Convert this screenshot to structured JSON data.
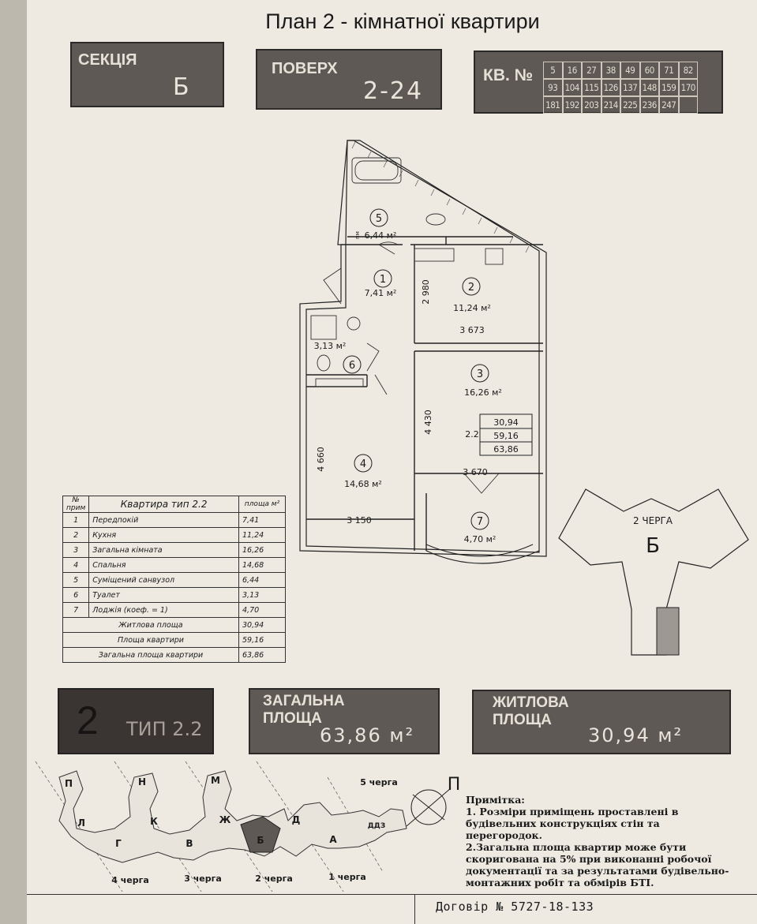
{
  "title": "План 2 - кімнатної квартири",
  "section": {
    "label": "СЕКЦІЯ",
    "value": "Б"
  },
  "floor": {
    "label": "ПОВЕРХ",
    "value": "2-24"
  },
  "apartments": {
    "label": "КВ. №",
    "numbers": [
      "5",
      "16",
      "27",
      "38",
      "49",
      "60",
      "71",
      "82",
      "93",
      "104",
      "115",
      "126",
      "137",
      "148",
      "159",
      "170",
      "181",
      "192",
      "203",
      "214",
      "225",
      "236",
      "247",
      ""
    ]
  },
  "rooms": [
    {
      "num": "1",
      "area": "7,41 м²"
    },
    {
      "num": "2",
      "area": "11,24 м²"
    },
    {
      "num": "3",
      "area": "16,26 м²"
    },
    {
      "num": "4",
      "area": "14,68 м²"
    },
    {
      "num": "5",
      "area": "6,44 м²"
    },
    {
      "num": "6",
      "area": "3,13 м²"
    },
    {
      "num": "7",
      "area": "4,70 м²"
    }
  ],
  "dimensions": {
    "d2980": "2 980",
    "d3673": "3 673",
    "d4430": "4 430",
    "d3670": "3 670",
    "d4660": "4 660",
    "d3150": "3 150",
    "pm": "пм"
  },
  "stamp": {
    "type": "2.2",
    "a": "30,94",
    "b": "59,16",
    "c": "63,86"
  },
  "table": {
    "head": [
      "№ прим",
      "Квартира тип 2.2",
      "площа м²"
    ],
    "rows": [
      [
        "1",
        "Передпокій",
        "7,41"
      ],
      [
        "2",
        "Кухня",
        "11,24"
      ],
      [
        "3",
        "Загальна кімната",
        "16,26"
      ],
      [
        "4",
        "Спальня",
        "14,68"
      ],
      [
        "5",
        "Суміщений санвузол",
        "6,44"
      ],
      [
        "6",
        "Туалет",
        "3,13"
      ],
      [
        "7",
        "Лоджія (коеф. = 1)",
        "4,70"
      ]
    ],
    "summary": [
      [
        "Житлова площа",
        "30,94"
      ],
      [
        "Площа квартири",
        "59,16"
      ],
      [
        "Загальна площа квартири",
        "63,86"
      ]
    ]
  },
  "section_plan": {
    "queue": "2 ЧЕРГА",
    "section": "Б"
  },
  "rooms_count": "2",
  "type_label": "ТИП 2.2",
  "total_area": {
    "label1": "ЗАГАЛЬНА",
    "label2": "ПЛОЩА",
    "value": "63,86 м²"
  },
  "living_area": {
    "label1": "ЖИТЛОВА",
    "label2": "ПЛОЩА",
    "value": "30,94 м²"
  },
  "site": {
    "letters": [
      "П",
      "Н",
      "М",
      "Л",
      "К",
      "Ж",
      "Д",
      "Г",
      "В",
      "Б",
      "А",
      "ДДЗ"
    ],
    "queues": [
      "4 черга",
      "3 черга",
      "2 черга",
      "1 черга",
      "5 черга"
    ],
    "compass": "П"
  },
  "note": {
    "title": "Примітка:",
    "line1": "1. Розміри приміщень проставлені в будівельних конструкціях стін та перегородок.",
    "line2": "2.Загальна площа квартир може бути скоригована на 5% при виконанні робочої документації та за результатами будівельно-монтажних робіт та обмірів БТІ."
  },
  "contract": "Договір № 5727-18-133",
  "colors": {
    "panel": "#5e5954",
    "panel_dark": "#3a3532",
    "paper": "#eeeae2",
    "highlight": "#9d9891"
  }
}
